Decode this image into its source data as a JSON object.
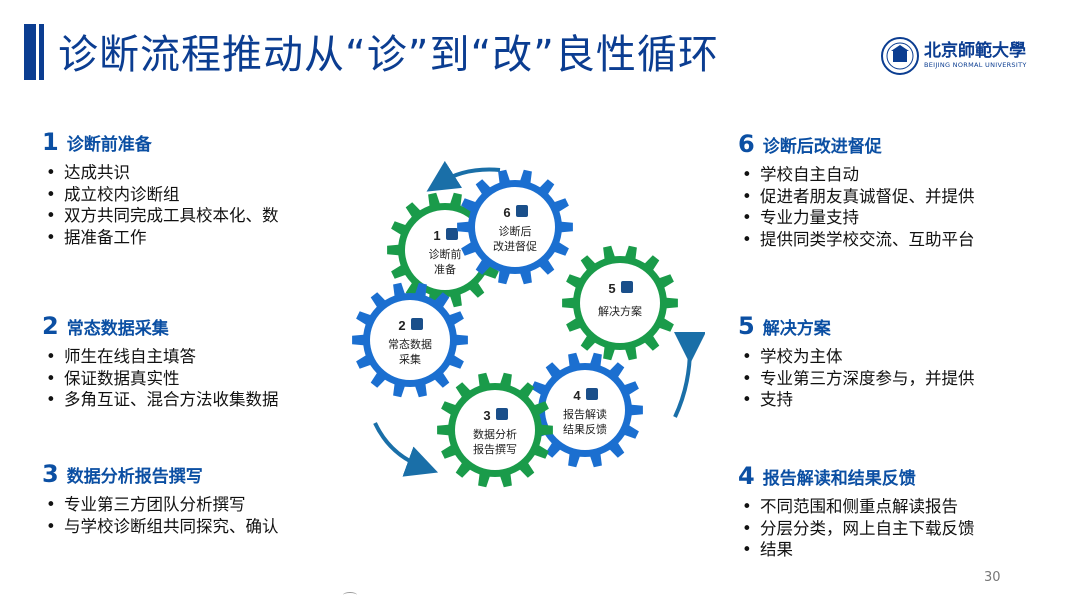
{
  "title": "诊断流程推动从“诊”到“改”良性循环",
  "logo": {
    "cn": "北京師範大學",
    "en": "BEIJING NORMAL UNIVERSITY"
  },
  "page_number": "30",
  "sections": [
    {
      "num": "1",
      "title": "诊断前准备",
      "items": [
        "达成共识",
        "成立校内诊断组",
        "双方共同完成工具校本化、数",
        "据准备工作"
      ]
    },
    {
      "num": "2",
      "title": "常态数据采集",
      "items": [
        "师生在线自主填答",
        "保证数据真实性",
        "多角互证、混合方法收集数据"
      ]
    },
    {
      "num": "3",
      "title": "数据分析报告撰写",
      "items": [
        "专业第三方团队分析撰写",
        "与学校诊断组共同探究、确认"
      ]
    },
    {
      "num": "6",
      "title": "诊断后改进督促",
      "items": [
        "学校自主自动",
        "促进者朋友真诚督促、并提供",
        "专业力量支持",
        "提供同类学校交流、互助平台"
      ]
    },
    {
      "num": "5",
      "title": "解决方案",
      "items": [
        "学校为主体",
        "专业第三方深度参与，并提供",
        "支持"
      ]
    },
    {
      "num": "4",
      "title": "报告解读和结果反馈",
      "items": [
        "不同范围和侧重点解读报告",
        "分层分类，网上自主下载反馈",
        "结果"
      ]
    }
  ],
  "gears": [
    {
      "num": "1",
      "line1": "诊断前",
      "line2": "准备",
      "icon": "people-icon",
      "color": "#1a9b4a"
    },
    {
      "num": "6",
      "line1": "诊断后",
      "line2": "改进督促",
      "icon": "thumbs-up-icon",
      "color": "#1b6fd0"
    },
    {
      "num": "5",
      "line1": "解决方案",
      "line2": "",
      "icon": "calendar-icon",
      "color": "#1a9b4a"
    },
    {
      "num": "2",
      "line1": "常态数据",
      "line2": "采集",
      "icon": "clipboard-icon",
      "color": "#1b6fd0"
    },
    {
      "num": "4",
      "line1": "报告解读",
      "line2": "结果反馈",
      "icon": "chart-trend-icon",
      "color": "#1b6fd0"
    },
    {
      "num": "3",
      "line1": "数据分析",
      "line2": "报告撰写",
      "icon": "bar-chart-icon",
      "color": "#1a9b4a"
    }
  ],
  "colors": {
    "primary": "#0b3d91",
    "heading": "#0b4fa3",
    "gear_blue": "#1b6fd0",
    "gear_green": "#1a9b4a",
    "arrow": "#1a6fa8"
  }
}
